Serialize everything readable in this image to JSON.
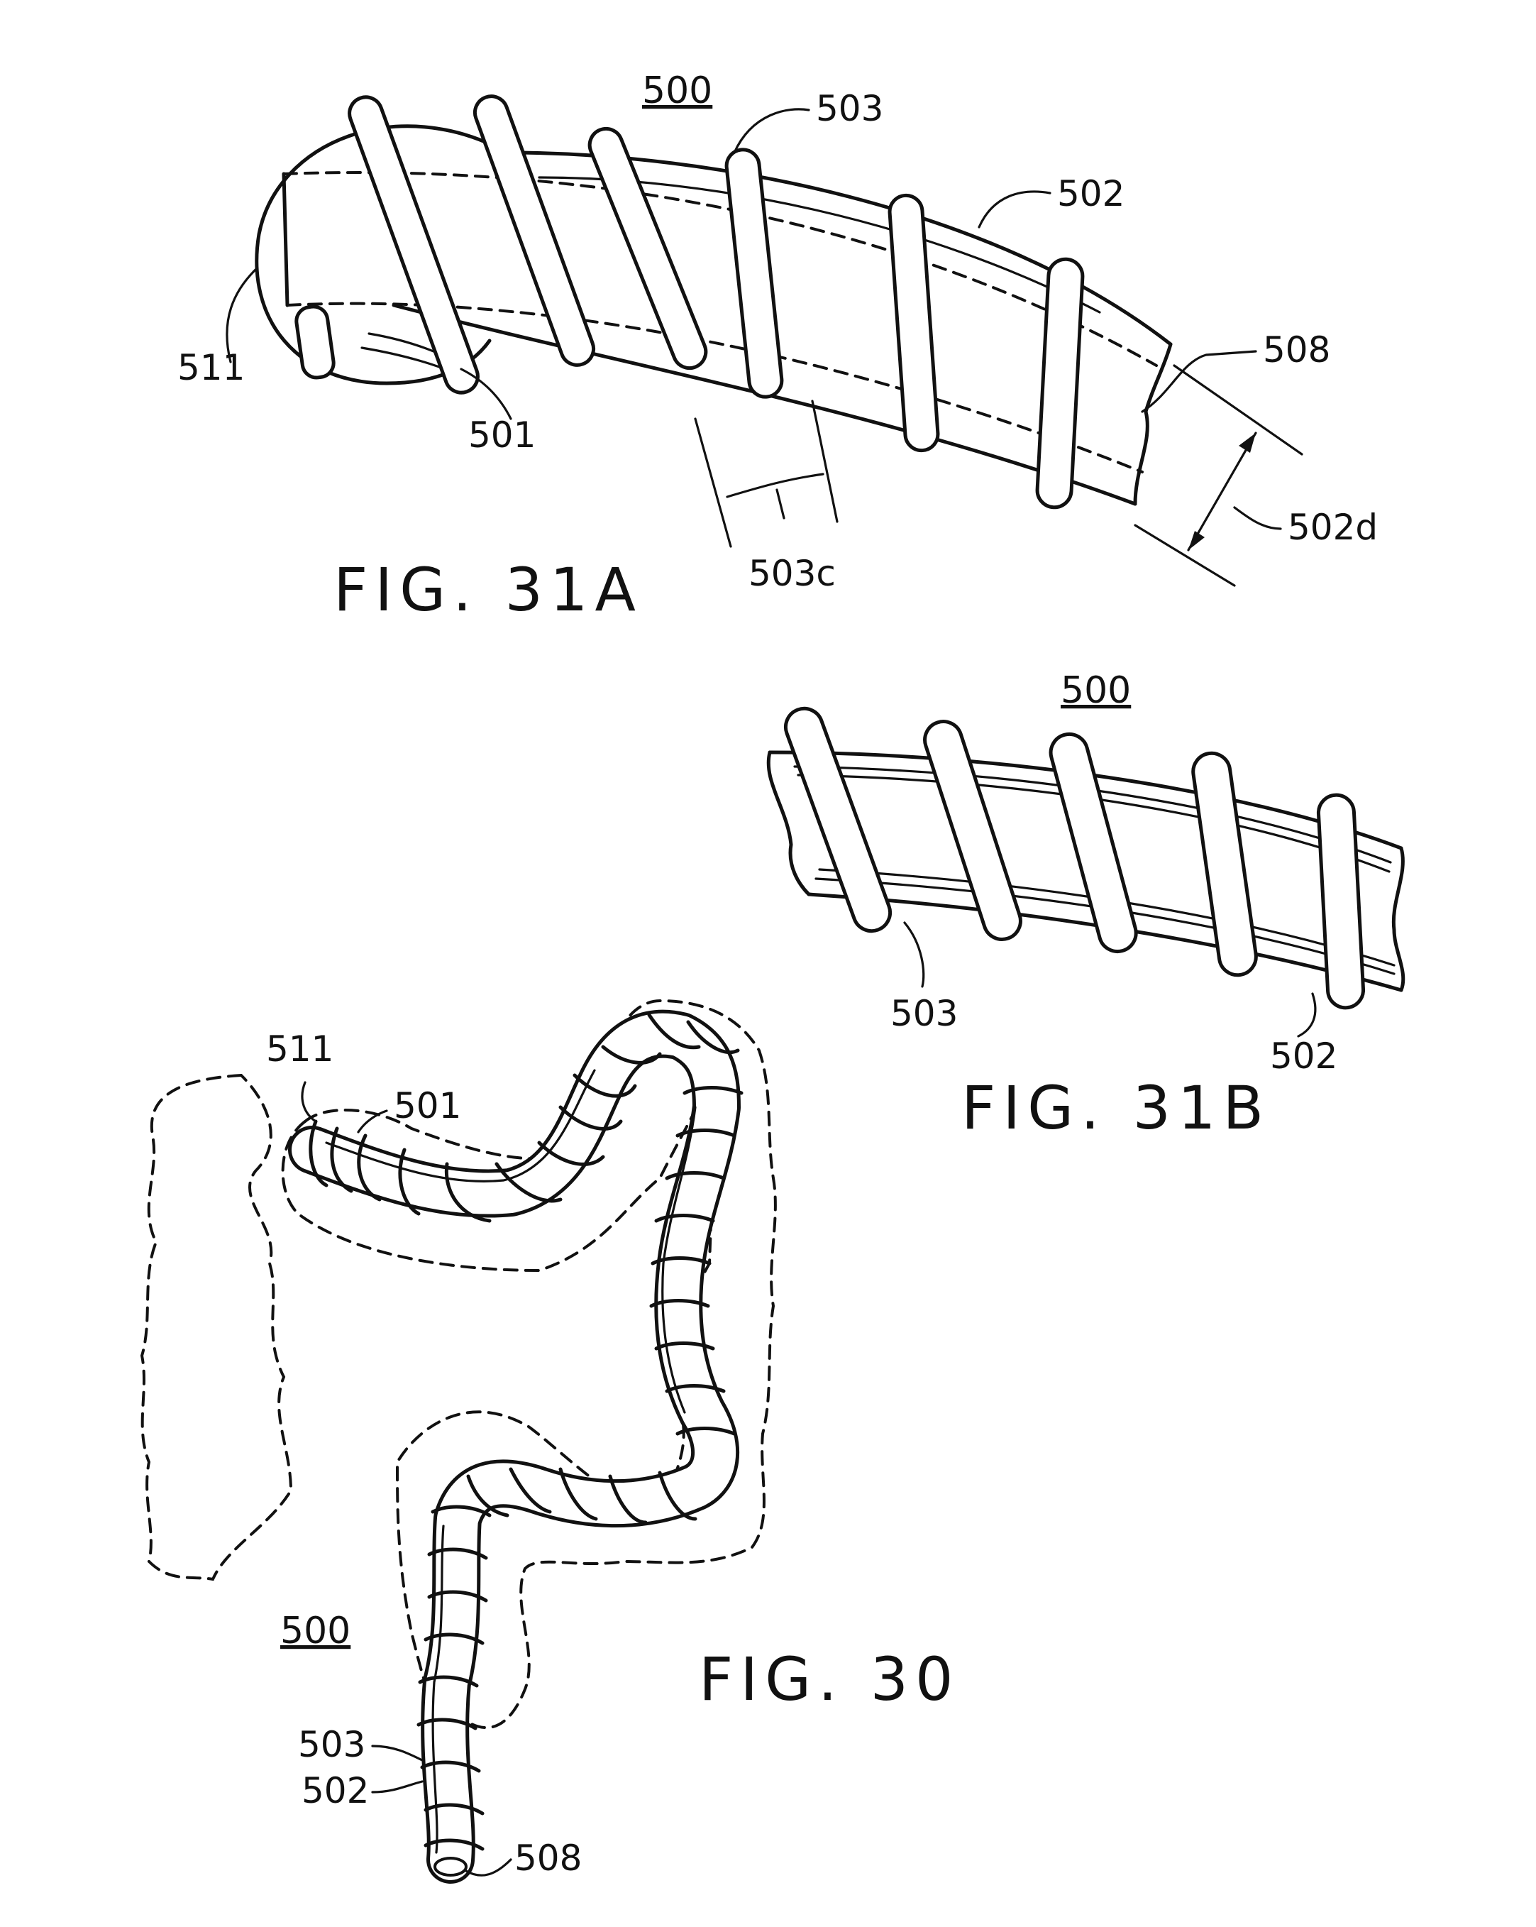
{
  "fig31a": {
    "title": "FIG. 31A",
    "ref_main": "500",
    "labels": {
      "coil": "503",
      "tube": "502",
      "lumen": "508",
      "diameter": "502d",
      "coil_pitch": "503c",
      "tip_coil": "511",
      "tip": "501"
    }
  },
  "fig31b": {
    "title": "FIG. 31B",
    "ref_main": "500",
    "labels": {
      "coil": "503",
      "tube": "502"
    }
  },
  "fig30": {
    "title": "FIG. 30",
    "ref_main": "500",
    "labels": {
      "tip_coil": "511",
      "tip": "501",
      "coil": "503",
      "tube": "502",
      "lumen": "508"
    }
  }
}
